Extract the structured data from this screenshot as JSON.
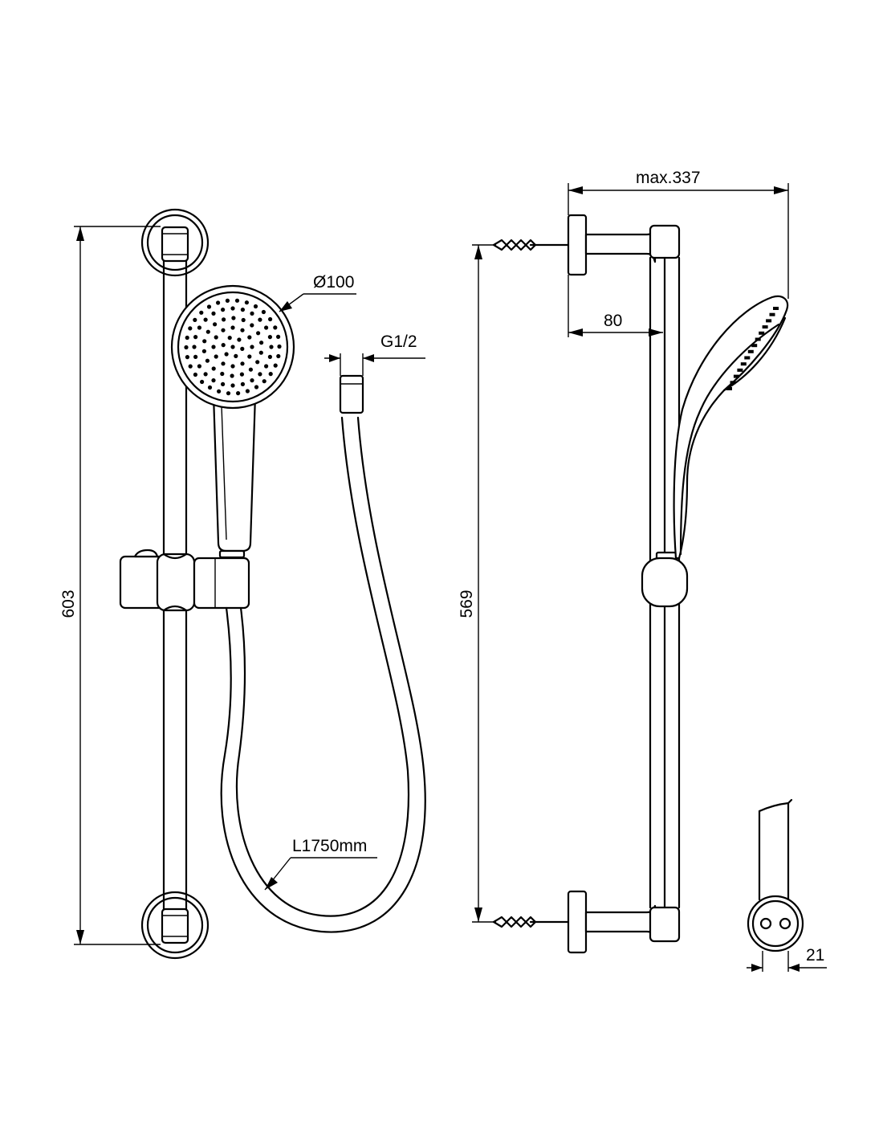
{
  "dimensions": {
    "overall_height": "603",
    "head_diameter": "Ø100",
    "hose_connector": "G1/2",
    "hose_length": "L1750mm",
    "fixing_centres": "569",
    "max_projection": "max.337",
    "bracket_projection": "80",
    "rail_diameter": "21"
  }
}
